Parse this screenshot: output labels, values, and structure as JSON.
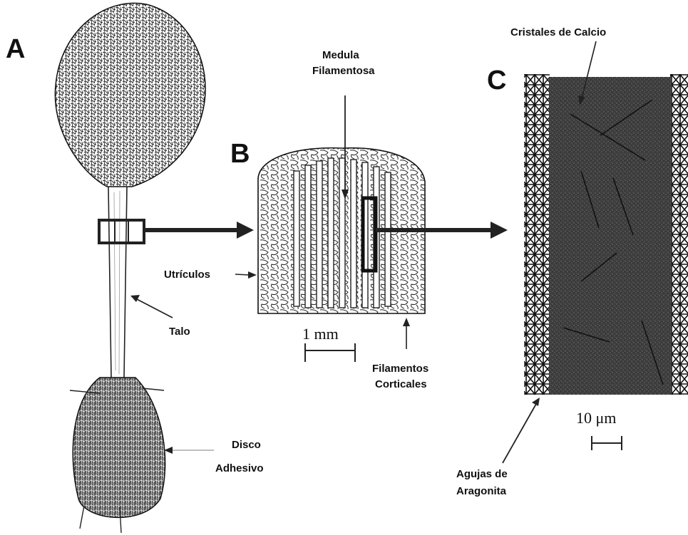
{
  "panels": {
    "a": "A",
    "b": "B",
    "c": "C"
  },
  "labels": {
    "medula_line1": "Medula",
    "medula_line2": "Filamentosa",
    "cristales": "Cristales de Calcio",
    "utriculos": "Utrículos",
    "talo": "Talo",
    "filamentos_line1": "Filamentos",
    "filamentos_line2": "Corticales",
    "disco_line1": "Disco",
    "disco_line2": "Adhesivo",
    "agujas_line1": "Agujas de",
    "agujas_line2": "Aragonita"
  },
  "scale_bars": {
    "b": "1 mm",
    "c": "10 μm"
  }
}
